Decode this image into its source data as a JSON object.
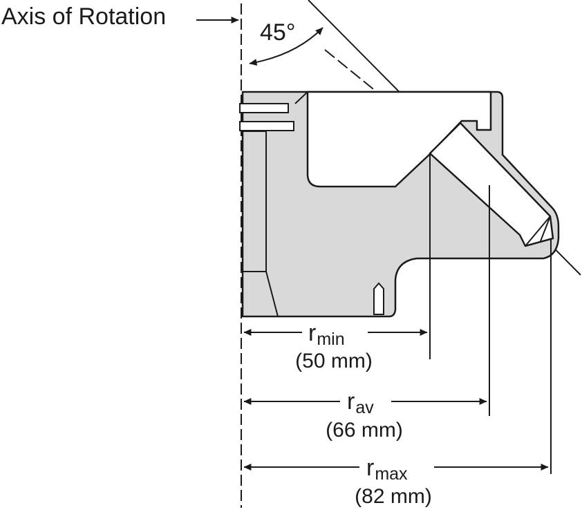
{
  "axis_label": "Axis of Rotation",
  "angle_label": "45°",
  "dimensions": [
    {
      "symbol": "r",
      "subscript": "min",
      "value": "(50 mm)"
    },
    {
      "symbol": "r",
      "subscript": "av",
      "value": "(66 mm)"
    },
    {
      "symbol": "r",
      "subscript": "max",
      "value": "(82 mm)"
    }
  ],
  "colors": {
    "ink": "#1a1a1a",
    "body_fill": "#d9d9d9",
    "background": "#ffffff"
  }
}
